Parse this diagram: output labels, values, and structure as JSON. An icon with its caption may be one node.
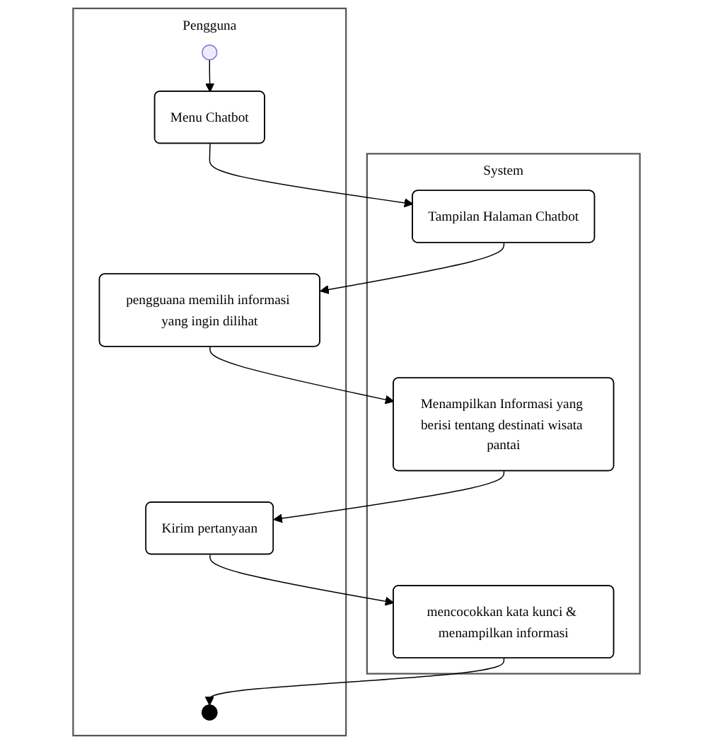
{
  "diagram": {
    "nodes": [
      {
        "text": [
          "Pengguna"
        ]
      },
      {
        "text": [
          "System"
        ]
      },
      {
        "text": [],
        "shape": "circle",
        "in": 0
      },
      {
        "text": [
          "Menu Chatbot"
        ],
        "in": 0
      },
      {
        "text": [
          "Tampilan Halaman Chatbot"
        ],
        "in": 1
      },
      {
        "text": [
          "pengguana memilih informasi yang ingin dilihat"
        ],
        "in": 0
      },
      {
        "text": [
          "Menampilkan Informasi yang berisi tentang destinati wisata pantai"
        ],
        "in": 1
      },
      {
        "text": [
          "Kirim pertanyaan"
        ],
        "in": 0
      },
      {
        "text": [
          "mencocokkan kata kunci & menampilkan informasi"
        ],
        "in": 1
      },
      {
        "text": [],
        "shape": "circle",
        "in": 0
      }
    ],
    "edges": [
      {
        "from": 2,
        "to": 3,
        "arrow": "to"
      },
      {
        "from": 3,
        "to": 4,
        "arrow": "to"
      },
      {
        "from": 4,
        "to": 5,
        "arrow": "to"
      },
      {
        "from": 5,
        "to": 6,
        "arrow": "to"
      },
      {
        "from": 6,
        "to": 7,
        "arrow": "to"
      },
      {
        "from": 7,
        "to": 8,
        "arrow": "to"
      },
      {
        "from": 8,
        "to": 9,
        "arrow": "to"
      }
    ]
  }
}
